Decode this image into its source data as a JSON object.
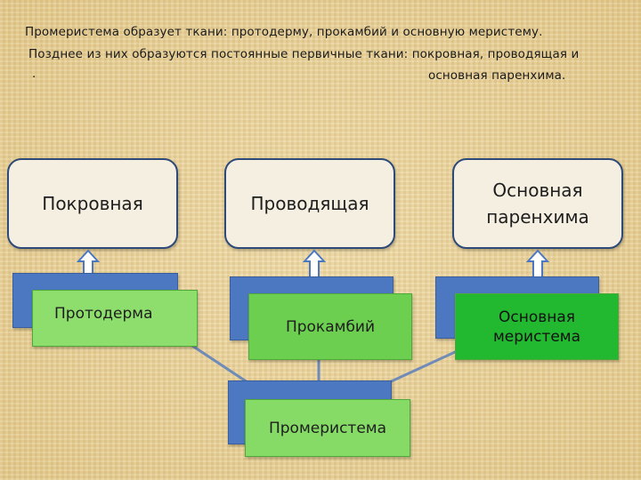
{
  "intro": {
    "line1": "Промеристема образует   ткани: протодерму, прокамбий и основную меристему.",
    "line2": "Позднее из них образуются постоянные первичные ткани: покровная, проводящая и",
    "line3": "основная паренхима.",
    "dot": "."
  },
  "permanent_tissues": [
    {
      "label": "Покровная"
    },
    {
      "label": "Проводящая"
    },
    {
      "label": "Основная паренхима"
    }
  ],
  "meristems": [
    {
      "label": "Протодерма"
    },
    {
      "label": "Прокамбий"
    },
    {
      "label": "Основная меристема"
    }
  ],
  "root": {
    "label": "Промеристема"
  },
  "colors": {
    "background": "#e8d39a",
    "box_border": "#2e4a78",
    "blue_back": "#4c78c2",
    "green_light": "#8dde6c",
    "green_mid": "#6ccf4f",
    "green_dark": "#22b830",
    "connector": "#6f8bb8"
  }
}
